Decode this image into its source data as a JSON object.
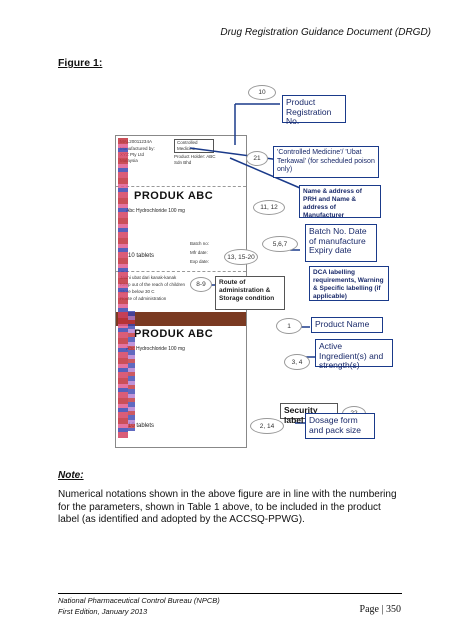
{
  "header": {
    "title": "Drug Registration Guidance Document (DRGD)"
  },
  "figure": {
    "caption": "Figure 1:"
  },
  "box": {
    "mal": "MAL20011234A",
    "manufactured_by": "Manufactured by:",
    "mfr_name": "XYZ Pty Ltd",
    "mfr_country": "Malaysia",
    "controlled": "Controlled Medicine",
    "prh_lines": "Product Holder: ABC Sdn Bhd",
    "product_name": "PRODUK ABC",
    "ingredient": "Abc Hydrochloride 100 mg",
    "tablets": "10 tablets",
    "batch_no": "Batch no:",
    "mfr_date": "Mfr date:",
    "exp_date": "Exp date:",
    "storage1": "Jauhi ubat dari kanak-kanak",
    "storage2": "Keep out of the reach of children",
    "storage3": "Store below 30 C",
    "storage4": "Route of administration",
    "product_name2": "PRODUK ABC",
    "ingredient2": "Abc Hydrochloride 100 mg",
    "tablets2": "10 tablets"
  },
  "callouts": {
    "n10": "10",
    "n21": "21",
    "n11_12": "11, 12",
    "n5_6_7": "5,6,7",
    "n13_15_20": "13, 15-20",
    "n8_9": "8-9",
    "n1": "1",
    "n3_4": "3, 4",
    "n22": "22",
    "n2_14": "2, 14"
  },
  "labels": {
    "product_registration": "Product Registration No.",
    "controlled_medicine": "'Controlled Medicine'/ 'Ubat Terkawal' (for scheduled poison only)",
    "name_address": "Name & address of PRH and Name & address of Manufacturer",
    "batch": "Batch No. Date of manufacture Expiry date",
    "dca": "DCA labelling requirements, Warning & Specific labelling (if applicable)",
    "route": "Route of administration & Storage condition",
    "product_name": "Product Name",
    "active": "Active Ingredient(s) and strength(s)",
    "security": "Security label",
    "dosage": "Dosage form and pack size"
  },
  "note": {
    "title": "Note:",
    "text": "Numerical notations shown in the above figure are in line with the numbering for the parameters, shown in Table 1 above, to be included in the product label (as identified and adopted by the ACCSQ-PPWG)."
  },
  "footer": {
    "org": "National Pharmaceutical Control Bureau (NPCB)",
    "edition": "First Edition, January 2013",
    "page": "Page | 350"
  },
  "colors": {
    "label_border": "#1a3a8a",
    "box_brown": "#7a3a22",
    "strip_red": "#c0303a",
    "strip_blue": "#3a44b0"
  }
}
